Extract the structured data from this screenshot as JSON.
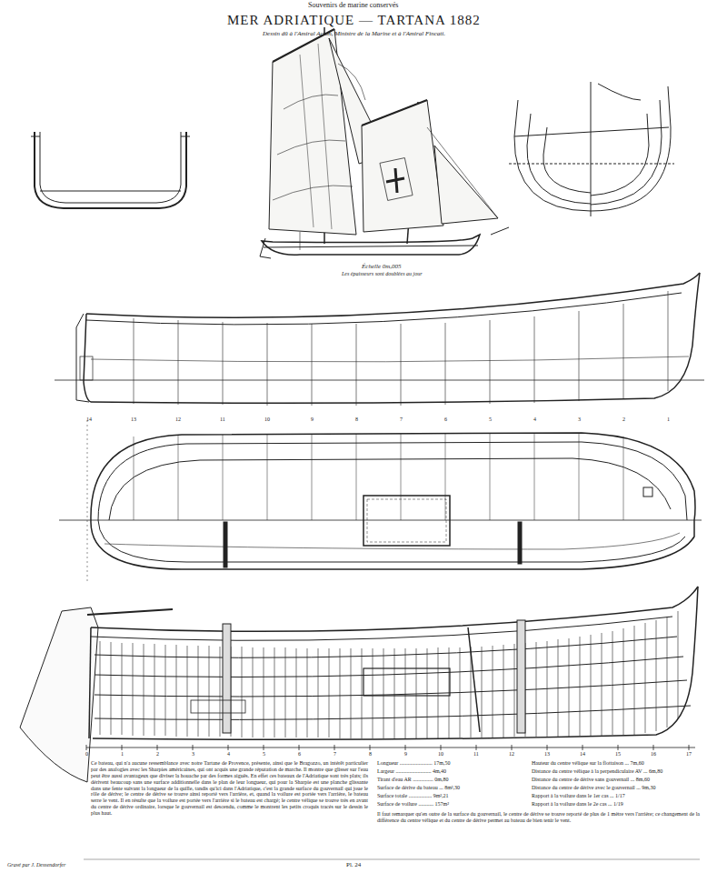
{
  "diagram": {
    "title": "MER ADRIATIQUE — TARTANA 1882",
    "labels": [
      "Souvenirs de marine conservés",
      "Dessin dû à l'Amiral Acton, Ministre de la Marine et à l'Amiral Fincati.",
      "Échelle 0m,005",
      "Les épaisseurs sont doublées au jour",
      "14",
      "13",
      "12",
      "11",
      "10",
      "9",
      "8",
      "7",
      "6",
      "5",
      "4",
      "3",
      "2",
      "1",
      "0",
      "1",
      "2",
      "3",
      "4",
      "5",
      "6",
      "7",
      "8",
      "9",
      "10",
      "11",
      "12",
      "13",
      "14",
      "15",
      "16",
      "17",
      "Ce bateau, qui n'a aucune ressemblance avec notre Tartane de Provence, présente, ainsi que le Bragozzo, un intérêt particulier par des analogies avec les Sharpies américaines, qui ont acquis une grande réputation de marche. Il montre que glisser sur l'eau peut être aussi avantageux que diviser la houache par des formes aiguës. En effet ces bateaux de l'Adriatique sont très plats; ils dérivent beaucoup sans une surface additionnelle dans le plan de leur longueur, qui pour la Sharpie est une planche glissante dans une fente suivant la longueur de la quille, tandis qu'ici dans l'Adriatique, c'est la grande surface du gouvernail qui joue le rôle de dérive; le centre de dérive se trouve ainsi reporté vers l'arrière, et, quand la voilure est portée vers l'arrière, le bateau serre le vent. Il en résulte que la voilure est portée vers l'arrière si le bateau est chargé; le centre vélique se trouve très en avant du centre de dérive ordinaire, lorsque le gouvernail est descendu, comme le montrent les petits croquis tracés sur le dessin le plus haut.",
      "Longueur ........................ 17m,50",
      "Largeur .......................... 4m,40",
      "Tirant d'eau AR ............... 0m,80",
      "Surface de dérive du bateau ... 8m²,30",
      "Surface totale ................. 9m²,21",
      "Surface de voilure ........... 157m²",
      "Hauteur du centre vélique sur la flottaison ... 7m,60",
      "Distance du centre vélique à la perpendiculaire AV ... 6m,80",
      "Distance du centre de dérive sans gouvernail ... 8m,60",
      "Distance du centre de dérive avec le gouvernail ... 9m,30",
      "Rapport à la voilure dans le 1er cas ... 1/17",
      "Rapport à la voilure dans le 2e cas ... 1/19",
      "Il faut remarquer qu'en outre de la surface du gouvernail, le centre de dérive se trouve reporté de plus de 1 mètre vers l'arrière; ce changement de la différence du centre vélique et du centre de dérive permet au bateau de bien tenir le vent.",
      "Gravé par J. Dessendorfer",
      "Pl. 24"
    ]
  }
}
